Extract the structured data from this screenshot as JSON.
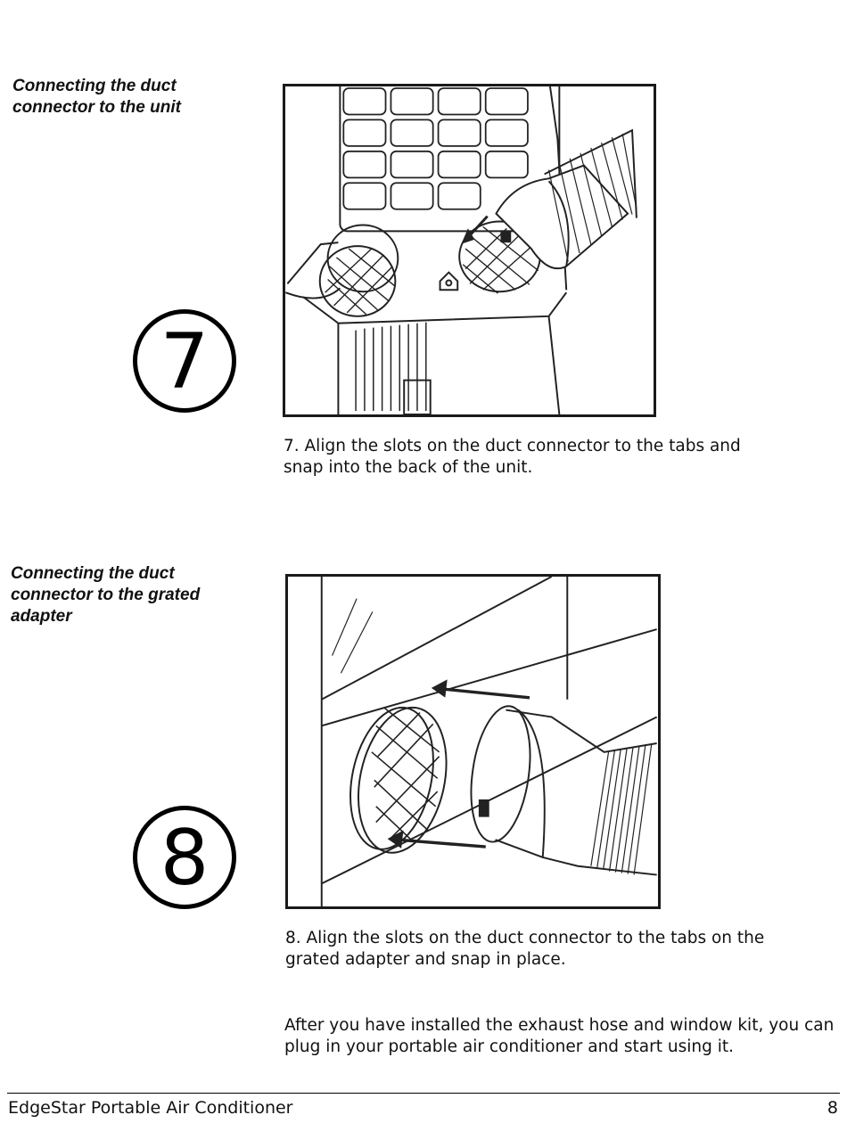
{
  "sections": [
    {
      "heading": [
        "Connecting the duct",
        "connector to the unit"
      ],
      "step_number": "7",
      "instruction": [
        "7. Align the slots on the duct connector to the tabs and",
        "snap into the back of the unit."
      ]
    },
    {
      "heading": [
        "Connecting the duct",
        "connector to the grated",
        "adapter"
      ],
      "step_number": "8",
      "instruction": [
        "8. Align the slots on the duct connector to the tabs on the",
        "grated adapter and snap in place."
      ]
    }
  ],
  "closing_note": [
    "After you have installed the exhaust hose and window kit, you can",
    "plug in your portable air conditioner and start using it."
  ],
  "footer": {
    "title": "EdgeStar Portable Air Conditioner",
    "page_number": "8"
  }
}
